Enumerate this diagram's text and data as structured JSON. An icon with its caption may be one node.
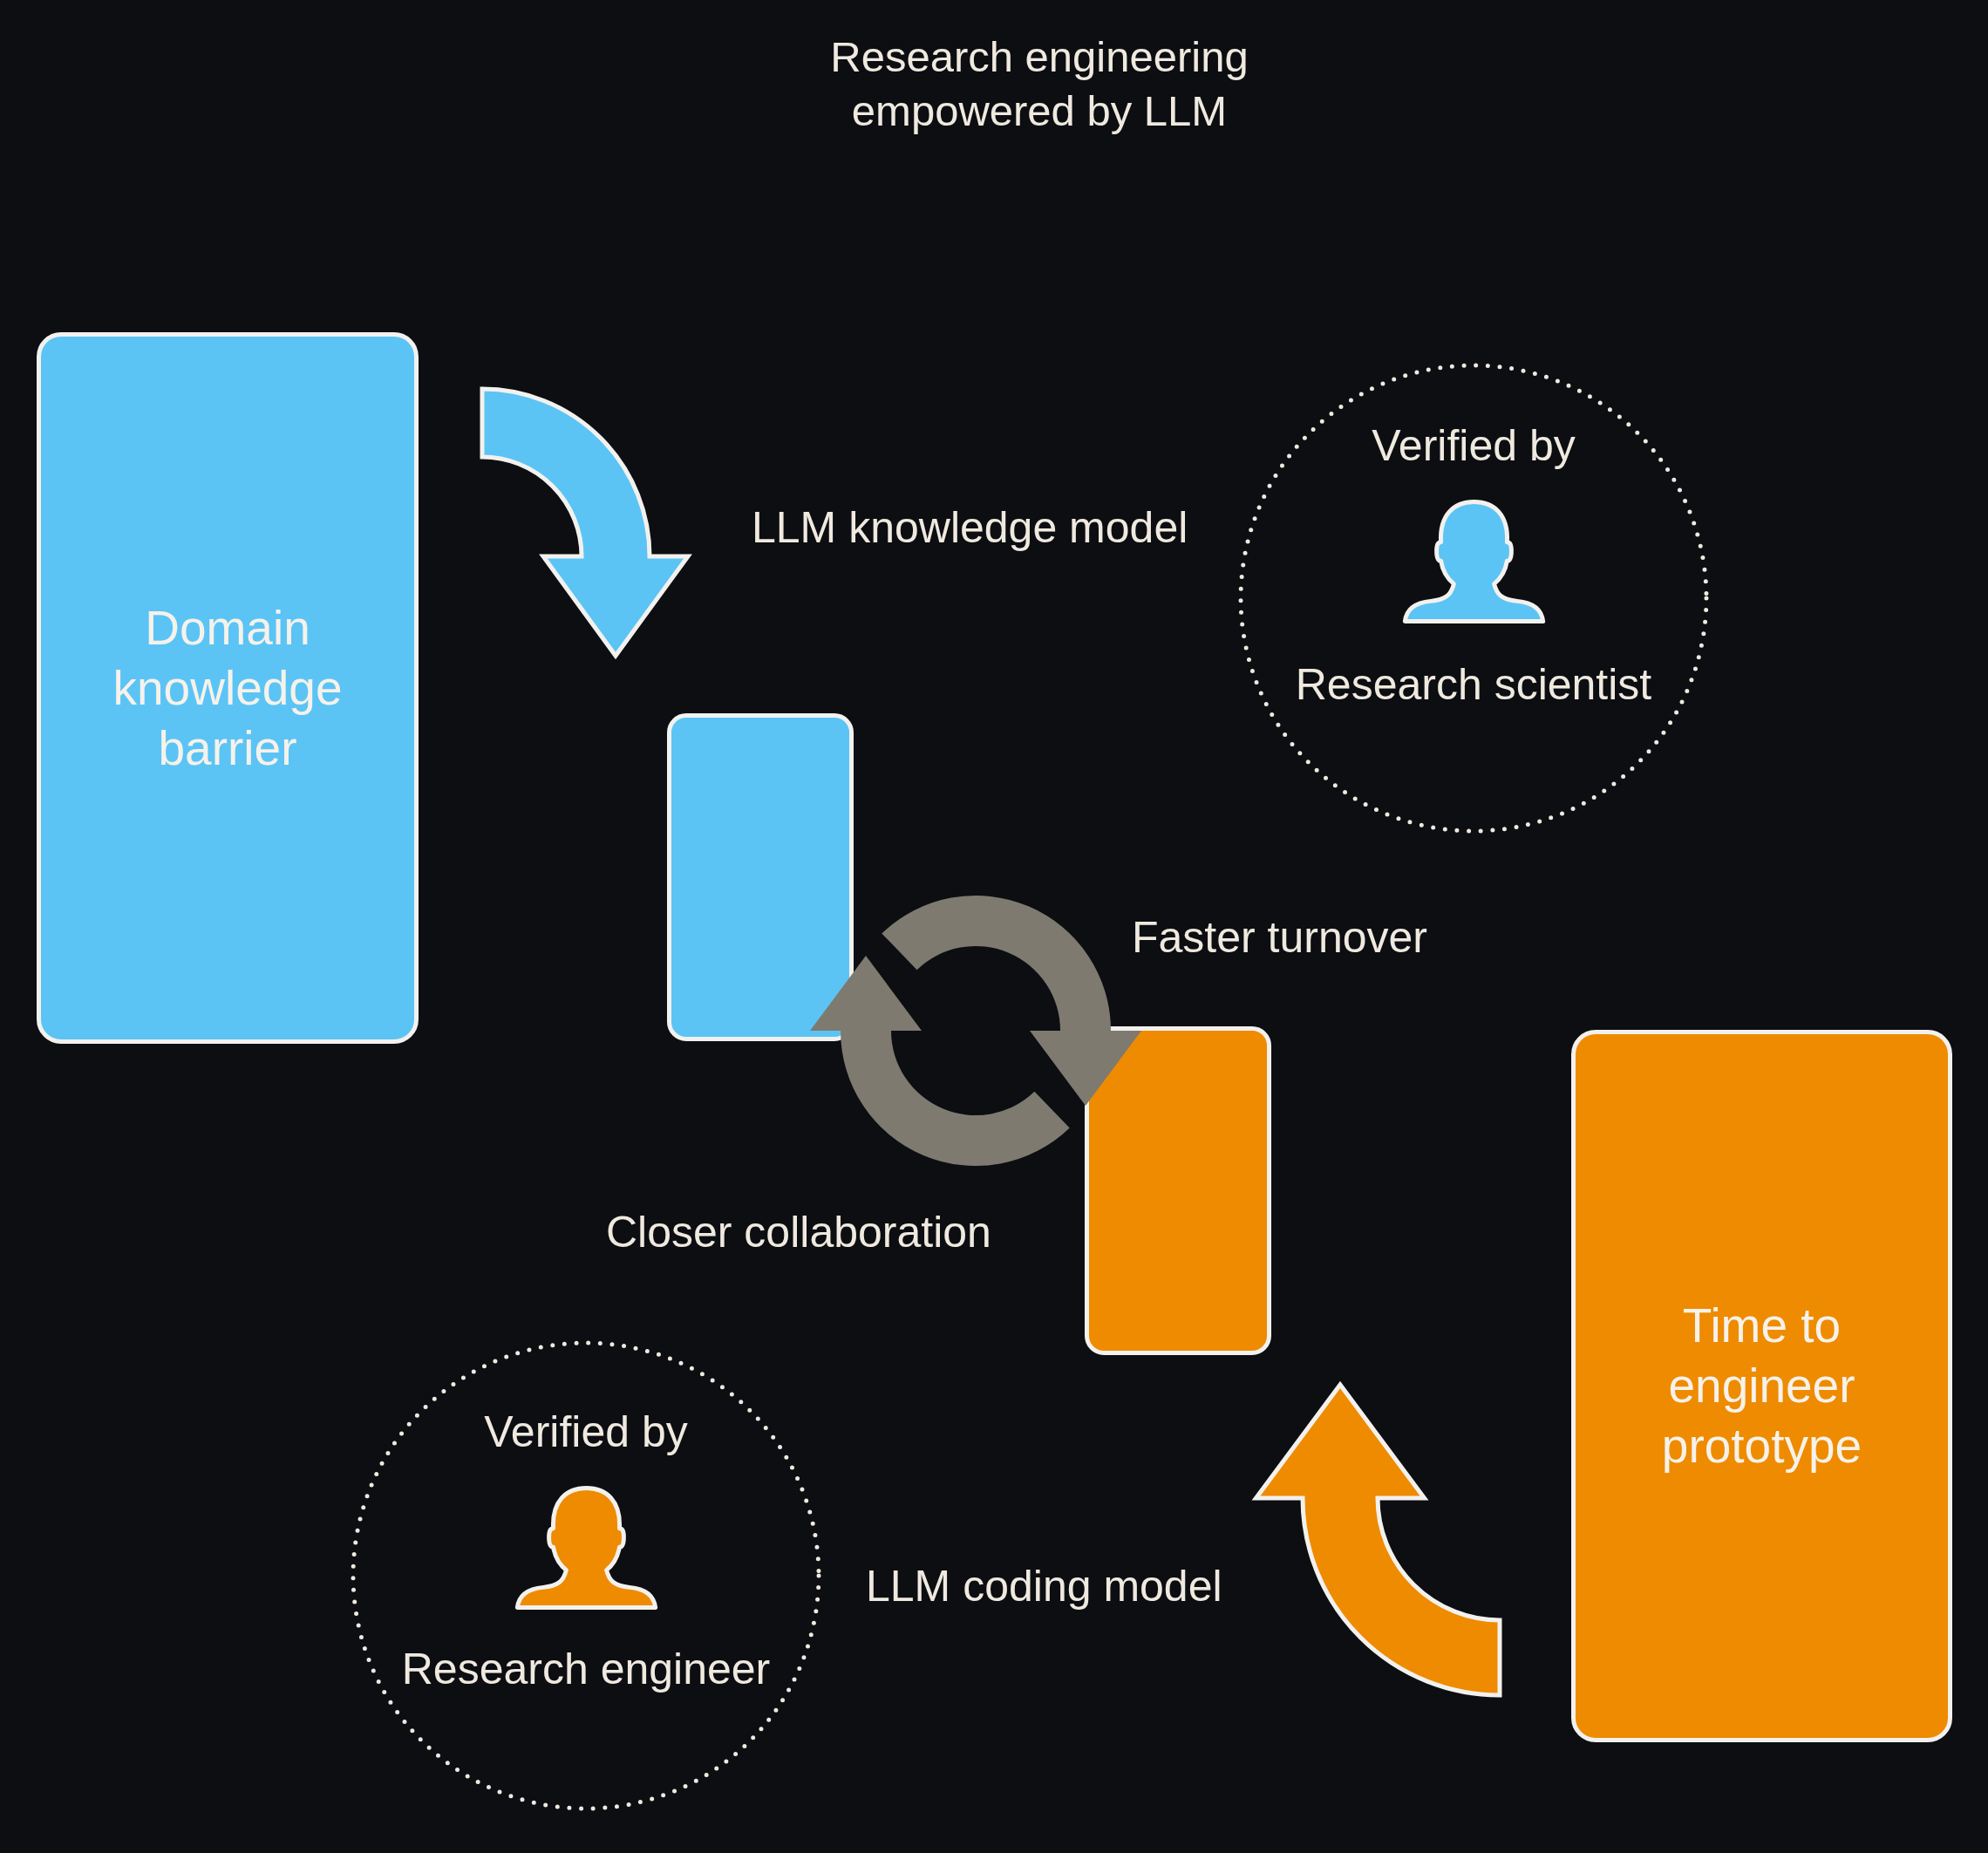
{
  "diagram": {
    "title": "Research engineering empowered by LLM",
    "nodes": [
      {
        "text": [
          "Domain knowledge barrier"
        ]
      },
      {
        "text": [],
        "shape": "box"
      },
      {
        "text": [
          "Verified by",
          "Research scientist"
        ]
      },
      {
        "text": [],
        "shape": "box"
      },
      {
        "text": [
          "Time to engineer prototype"
        ]
      },
      {
        "text": [
          "Verified by",
          "Research engineer"
        ]
      }
    ],
    "edges": [
      {
        "from": 0,
        "to": 1,
        "arrow": "to",
        "color": "#5bc4f5"
      },
      {
        "from": 1,
        "to": 3,
        "arrow": "to"
      },
      {
        "from": 3,
        "to": 1,
        "arrow": "to"
      },
      {
        "from": 4,
        "to": 3,
        "arrow": "to",
        "color": "#ee8b00"
      }
    ],
    "labels": [
      "LLM knowledge model",
      "Faster turnover",
      "Closer collaboration",
      "LLM coding model"
    ]
  }
}
